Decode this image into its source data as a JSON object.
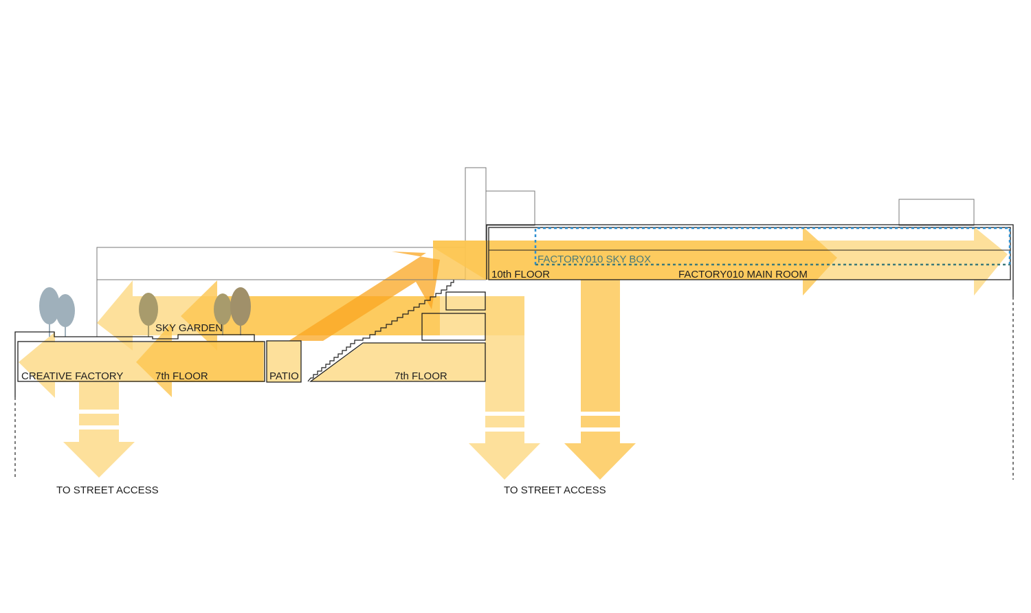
{
  "diagram": {
    "type": "building-section-circulation",
    "colors": {
      "flow_light": "#fcd57a",
      "flow_medium": "#fdc550",
      "flow_dark": "#f9a620",
      "line": "#1e1e1e",
      "thin_line": "#777777",
      "skybox_outline_top": "#2e8fd0",
      "skybox_outline_bottom": "#3c7a7a",
      "tree": "#9fb0bb"
    },
    "labels": {
      "creative_factory": "CREATIVE FACTORY",
      "seventh_floor_left": "7th FLOOR",
      "sky_garden": "SKY GARDEN",
      "patio": "PATIO",
      "seventh_floor_right": "7th FLOOR",
      "tenth_floor": "10th FLOOR",
      "main_room": "FACTORY010 MAIN ROOM",
      "sky_box": "FACTORY010 SKY BOX",
      "street_access_left": "TO STREET ACCESS",
      "street_access_right": "TO STREET ACCESS"
    },
    "flows": [
      {
        "name": "creative-factory-outflow",
        "direction": "left"
      },
      {
        "name": "sky-garden-outflow",
        "direction": "left"
      },
      {
        "name": "patio-to-tenth-floor",
        "direction": "up-right"
      },
      {
        "name": "main-room-flow",
        "direction": "right"
      },
      {
        "name": "left-street-exit",
        "direction": "down"
      },
      {
        "name": "center-street-exit",
        "direction": "down"
      },
      {
        "name": "main-room-street-exit",
        "direction": "down"
      }
    ]
  }
}
